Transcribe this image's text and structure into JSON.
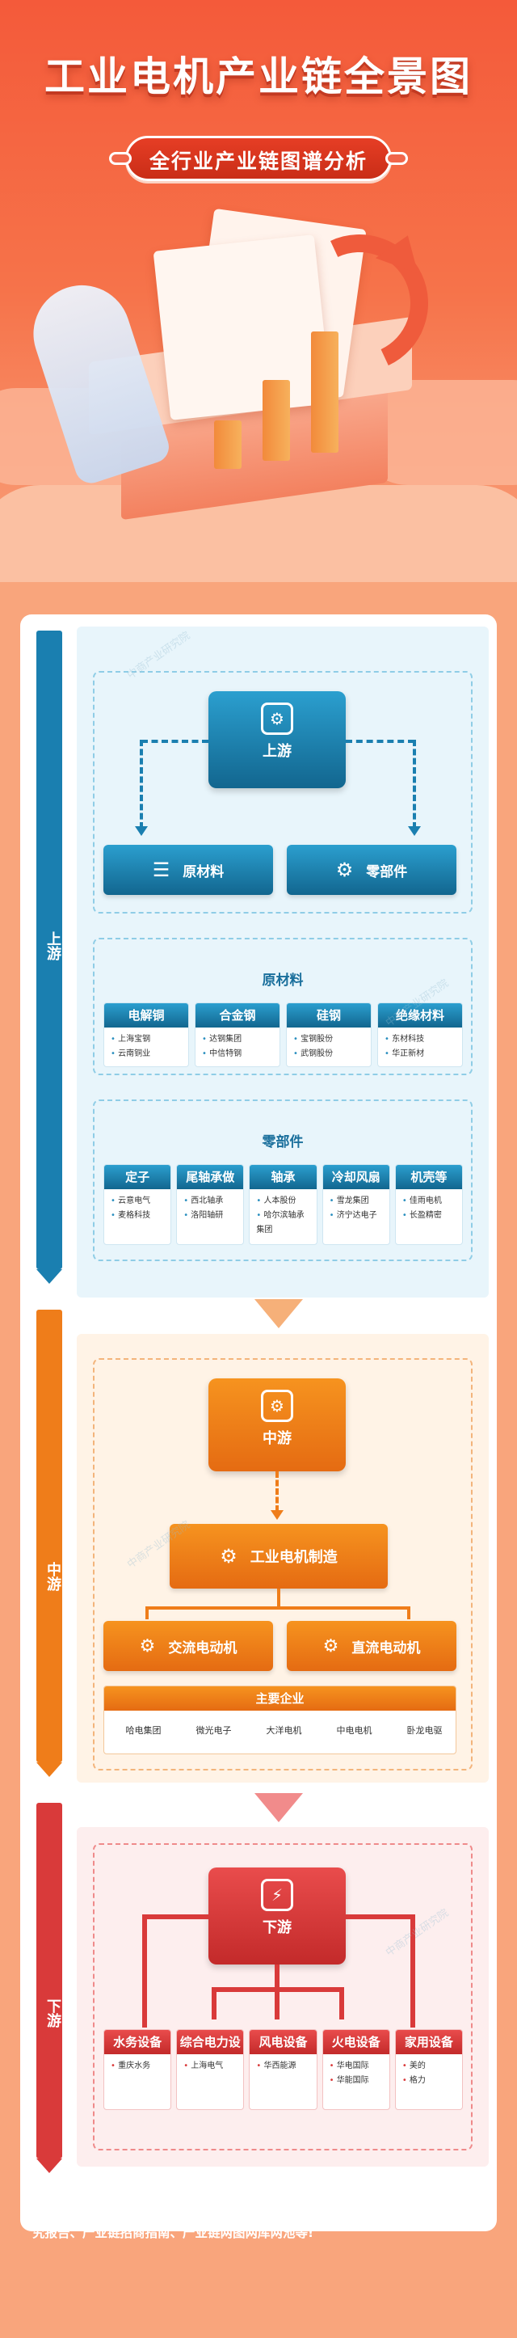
{
  "header": {
    "title": "工业电机产业链全景图",
    "subtitle": "全行业产业链图谱分析"
  },
  "watermark": "中商产业研究院",
  "upstream": {
    "side_label": "上游",
    "node_label": "上游",
    "raw_materials_button": "原材料",
    "components_button": "零部件",
    "raw_section_title": "原材料",
    "raw_cards": [
      {
        "title": "电解铜",
        "items": [
          "上海宝钢",
          "云南铜业"
        ]
      },
      {
        "title": "合金钢",
        "items": [
          "达钢集团",
          "中信特钢"
        ]
      },
      {
        "title": "硅钢",
        "items": [
          "宝钢股份",
          "武钢股份"
        ]
      },
      {
        "title": "绝缘材料",
        "items": [
          "东材科技",
          "华正新材"
        ]
      }
    ],
    "comp_section_title": "零部件",
    "comp_cards": [
      {
        "title": "定子",
        "items": [
          "云意电气",
          "麦格科技"
        ]
      },
      {
        "title": "尾轴承做",
        "items": [
          "西北轴承",
          "洛阳轴研"
        ]
      },
      {
        "title": "轴承",
        "items": [
          "人本股份",
          "哈尔滨轴承集团"
        ]
      },
      {
        "title": "冷却风扇",
        "items": [
          "雪龙集团",
          "济宁达电子"
        ]
      },
      {
        "title": "机壳等",
        "items": [
          "佳雨电机",
          "长盈精密"
        ]
      }
    ]
  },
  "midstream": {
    "side_label": "中游",
    "node_label": "中游",
    "manufacture_button": "工业电机制造",
    "ac_button": "交流电动机",
    "dc_button": "直流电动机",
    "enterprises_title": "主要企业",
    "enterprises": [
      "哈电集团",
      "微光电子",
      "大洋电机",
      "中电电机",
      "卧龙电驱"
    ]
  },
  "downstream": {
    "side_label": "下游",
    "node_label": "下游",
    "cards": [
      {
        "title": "水务设备",
        "items": [
          "重庆水务"
        ]
      },
      {
        "title": "综合电力设备",
        "items": [
          "上海电气"
        ]
      },
      {
        "title": "风电设备",
        "items": [
          "华西能源"
        ]
      },
      {
        "title": "火电设备",
        "items": [
          "华电国际",
          "华能国际"
        ]
      },
      {
        "title": "家用设备",
        "items": [
          "美的",
          "格力"
        ]
      }
    ]
  },
  "footer": {
    "text": "更多产业情报可登录中商情报网（www.askci.com）订购各行业产业链招商研究报告、产业链招商指南、产业链两图两库两池等!"
  },
  "colors": {
    "upstream": "#1a7fb0",
    "midstream": "#ef7d1a",
    "downstream": "#d93a3a",
    "header_bg": "#f45a3a"
  }
}
